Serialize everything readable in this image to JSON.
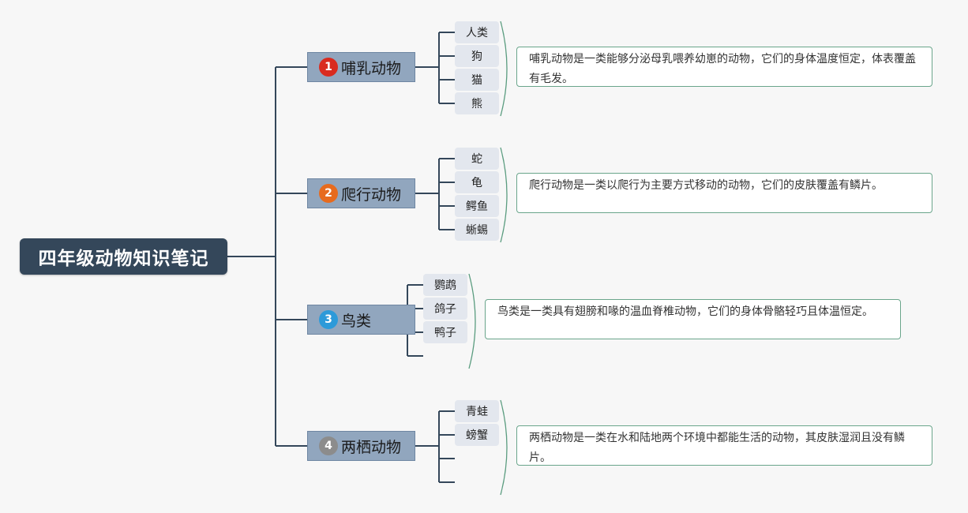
{
  "title": "四年级动物知识笔记",
  "categories": [
    {
      "number": "1",
      "label": "哺乳动物",
      "badge_color": "#d92b1f",
      "items": [
        "人类",
        "狗",
        "猫",
        "熊"
      ],
      "note": "哺乳动物是一类能够分泌母乳喂养幼崽的动物，它们的身体温度恒定，体表覆盖有毛发。"
    },
    {
      "number": "2",
      "label": "爬行动物",
      "badge_color": "#e76b1e",
      "items": [
        "蛇",
        "龟",
        "鳄鱼",
        "蜥蜴"
      ],
      "note": "爬行动物是一类以爬行为主要方式移动的动物，它们的皮肤覆盖有鳞片。"
    },
    {
      "number": "3",
      "label": "鸟类",
      "badge_color": "#2d9ad9",
      "items": [
        "鹦鹉",
        "鸽子",
        "鸭子"
      ],
      "note": "鸟类是一类具有翅膀和喙的温血脊椎动物，它们的身体骨骼轻巧且体温恒定。"
    },
    {
      "number": "4",
      "label": "两栖动物",
      "badge_color": "#8c8c8c",
      "items": [
        "青蛙",
        "螃蟹"
      ],
      "note": "两栖动物是一类在水和陆地两个环境中都能生活的动物，其皮肤湿润且没有鳞片。"
    }
  ],
  "colors": {
    "connector": "#34475a",
    "root_bg": "#34475a",
    "category_bg": "#91a6be",
    "leaf_bg": "#e3e7ee",
    "note_border": "#6aa58b"
  }
}
